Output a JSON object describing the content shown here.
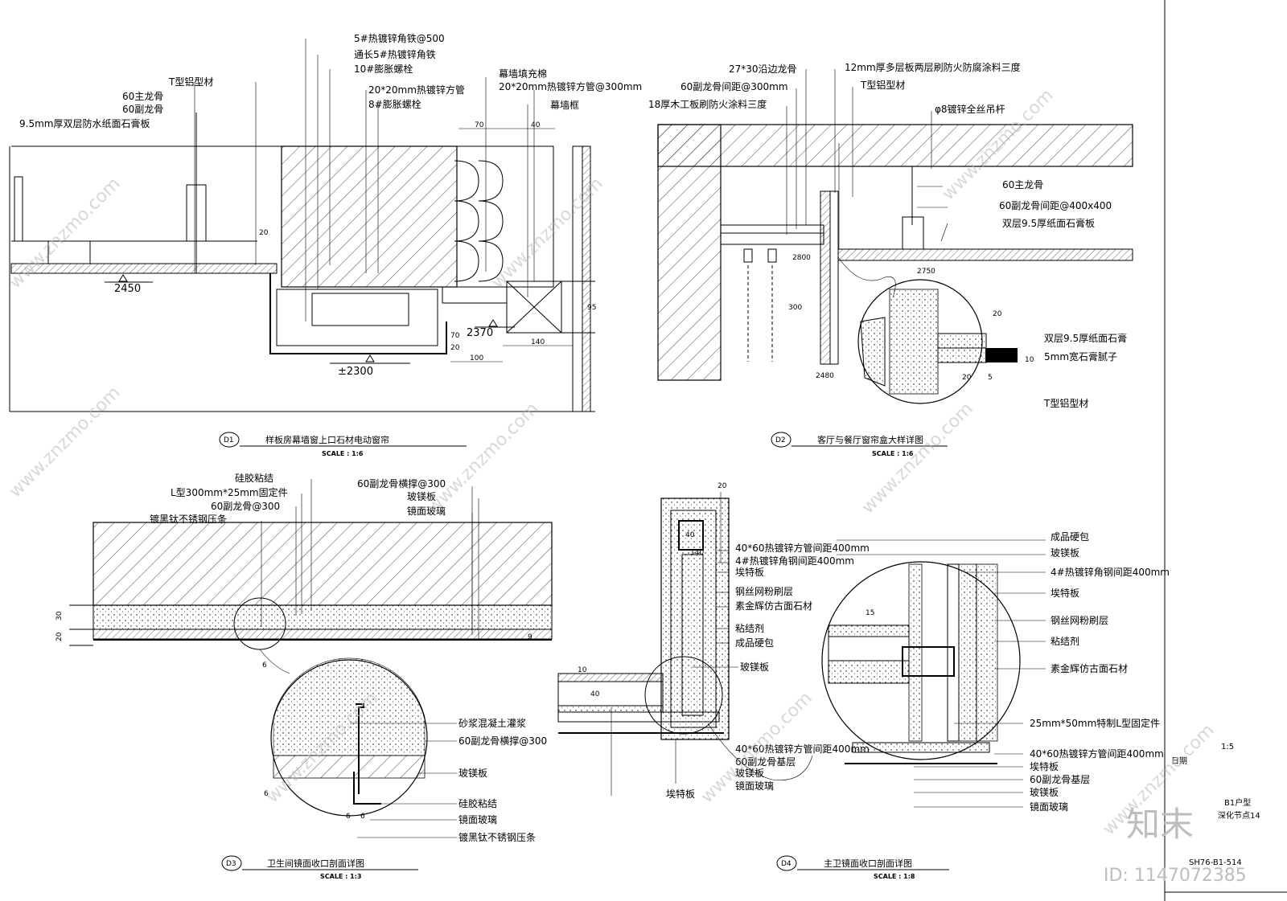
{
  "panels": {
    "d1": {
      "tag": "D1",
      "title": "样板房幕墙窗上口石材电动窗帘",
      "scale": "SCALE : 1:6",
      "labels": [
        "5#热镀锌角铁@500",
        "通长5#热镀锌角铁",
        "10#膨胀螺栓",
        "20*20mm热镀锌方管",
        "8#膨胀螺栓",
        "T型铝型材",
        "60主龙骨",
        "60副龙骨",
        "9.5mm厚双层防水纸面石膏板",
        "幕墙填充棉",
        "20*20mm热镀锌方管@300mm",
        "幕墙框"
      ],
      "dims": [
        "70",
        "40",
        "20",
        "95",
        "140",
        "100",
        "70",
        "20"
      ],
      "levels": [
        "2450",
        "2370",
        "±2300"
      ]
    },
    "d2": {
      "tag": "D2",
      "title": "客厅与餐厅窗帘盒大样详图",
      "scale": "SCALE : 1:6",
      "labels": [
        "27*30沿边龙骨",
        "60副龙骨间距@300mm",
        "18厚木工板刷防火涂料三度",
        "12mm厚多层板两层刷防火防腐涂料三度",
        "T型铝型材",
        "φ8镀锌全丝吊杆",
        "60主龙骨",
        "60副龙骨间距@400x400",
        "双层9.5厚纸面石膏板",
        "双层9.5厚纸面石膏",
        "5mm宽石膏腻子",
        "T型铝型材"
      ],
      "dims": [
        "2800",
        "300",
        "2750",
        "2480",
        "20",
        "10",
        "20",
        "5"
      ]
    },
    "d3": {
      "tag": "D3",
      "title": "卫生间镜面收口剖面详图",
      "scale": "SCALE : 1:3",
      "labels": [
        "硅胶粘结",
        "L型300mm*25mm固定件",
        "60副龙骨@300",
        "镀黑钛不锈钢压条",
        "60副龙骨横撑@300",
        "玻镁板",
        "镜面玻璃",
        "砂浆混凝土灌浆",
        "60副龙骨横撑@300",
        "玻镁板",
        "硅胶粘结",
        "镜面玻璃",
        "镀黑钛不锈钢压条"
      ],
      "dims": [
        "30",
        "20",
        "6",
        "9",
        "6",
        "6",
        "6"
      ]
    },
    "d4": {
      "tag": "D4",
      "title": "主卫镜面收口剖面详图",
      "scale": "SCALE : 1:8",
      "labels": [
        "40*60热镀锌方管间距400mm",
        "4#热镀锌角钢间距400mm",
        "埃特板",
        "钢丝网粉刷层",
        "素金辉仿古面石材",
        "粘结剂",
        "成品硬包",
        "玻镁板",
        "40*60热镀锌方管间距400mm",
        "60副龙骨基层",
        "玻镁板",
        "镜面玻璃",
        "埃特板",
        "成品硬包",
        "玻镁板",
        "4#热镀锌角钢间距400mm",
        "埃特板",
        "钢丝网粉刷层",
        "粘结剂",
        "素金辉仿古面石材",
        "25mm*50mm特制L型固定件",
        "40*60热镀锌方管间距400mm",
        "埃特板",
        "60副龙骨基层",
        "玻镁板",
        "镜面玻璃"
      ],
      "dims": [
        "20",
        "40",
        "140",
        "10",
        "40",
        "15"
      ]
    }
  },
  "title_block": {
    "scale": "1:5",
    "date_label": "日期",
    "unit_type": "B1户型",
    "sheet_name": "深化节点14",
    "drawing_no": "SH76-B1-514"
  },
  "watermark": {
    "site": "www.znzmo.com",
    "brand": "知末",
    "id_text": "ID: 1147072385"
  }
}
